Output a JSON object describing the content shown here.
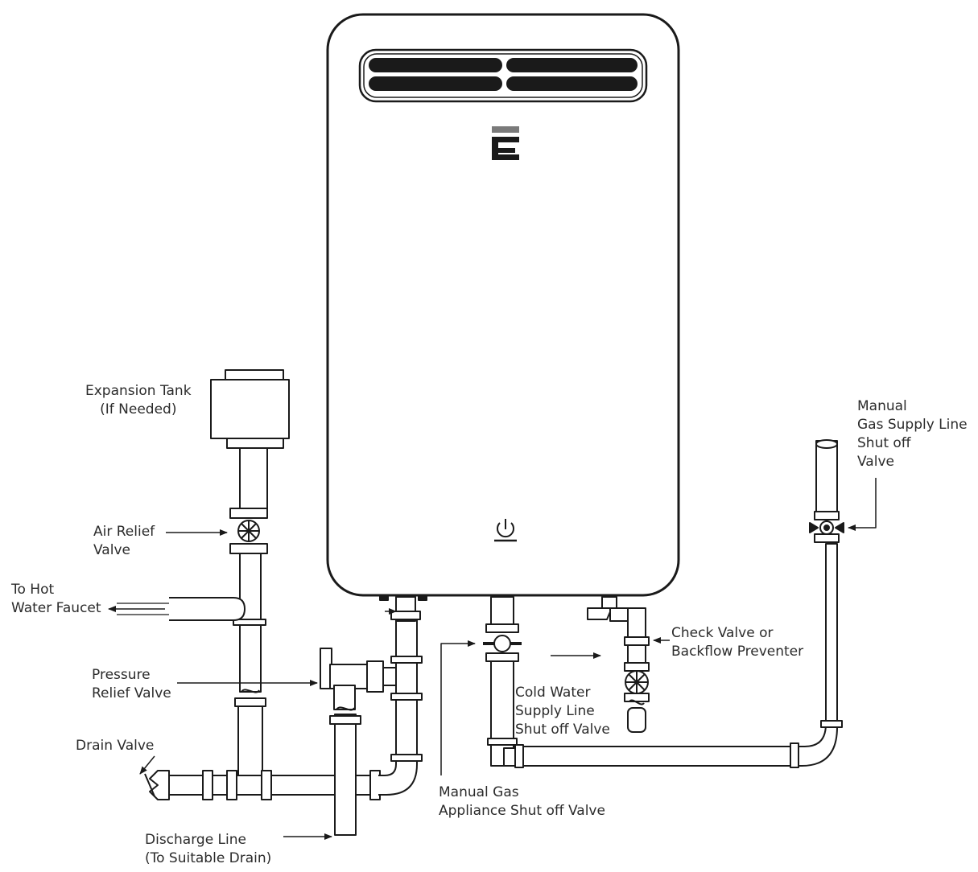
{
  "colors": {
    "line": "#1a1a1a",
    "fill": "#ffffff",
    "text": "#2b2b2b",
    "logo_gray": "#7a7a7a"
  },
  "unit": {
    "name": "water-heater",
    "logo": "E",
    "power_icon": "power-icon"
  },
  "labels": {
    "expansion_tank": [
      "Expansion Tank",
      "(If Needed)"
    ],
    "air_relief_valve": [
      "Air Relief",
      "Valve"
    ],
    "to_hot_water_faucet": [
      "To Hot",
      "Water Faucet"
    ],
    "pressure_relief_valve": [
      "Pressure",
      "Relief Valve"
    ],
    "drain_valve": [
      "Drain Valve"
    ],
    "discharge_line": [
      "Discharge Line",
      "(To Suitable Drain)"
    ],
    "manual_gas_appliance_shutoff": [
      "Manual Gas",
      "Appliance Shut off Valve"
    ],
    "cold_water_supply_shutoff": [
      "Cold Water",
      "Supply Line",
      "Shut off Valve"
    ],
    "check_valve": [
      "Check Valve or",
      "Backflow Preventer"
    ],
    "manual_gas_supply_shutoff": [
      "Manual",
      "Gas Supply Line",
      "Shut off",
      "Valve"
    ]
  }
}
